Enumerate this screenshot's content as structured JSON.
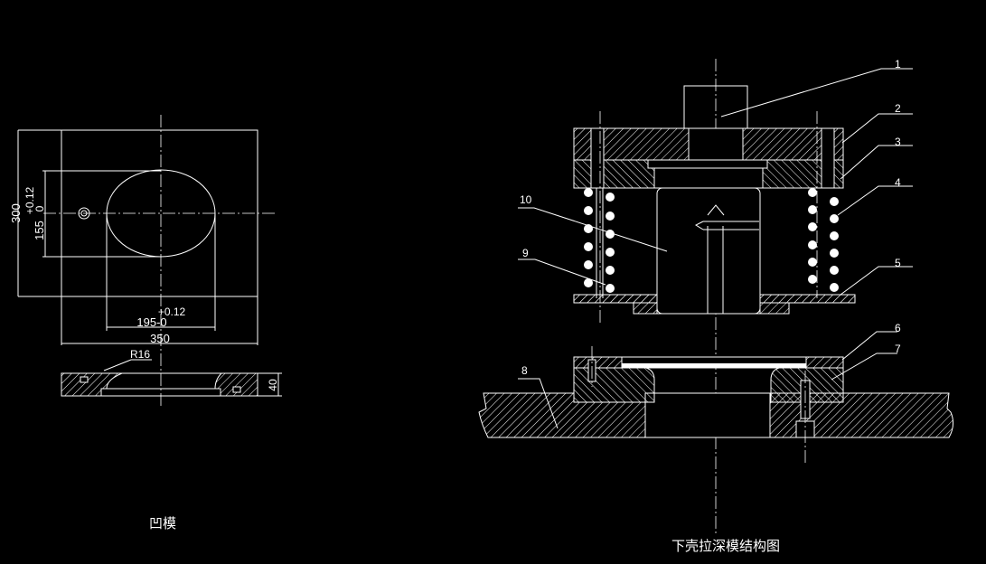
{
  "left_view": {
    "title": "凹模",
    "dims": {
      "height": "300",
      "width": "350",
      "hole_height": "155",
      "hole_height_tol_upper": "+0.12",
      "hole_height_tol_lower": "0",
      "hole_width": "195-0",
      "hole_width_tol_upper": "+0.12",
      "radius": "R16",
      "thickness": "40"
    }
  },
  "right_view": {
    "title": "下壳拉深模结构图",
    "part_labels": [
      "1",
      "2",
      "3",
      "4",
      "5",
      "6",
      "7",
      "8",
      "9",
      "10"
    ]
  },
  "colors": {
    "background": "#000000",
    "lines": "#ffffff"
  }
}
